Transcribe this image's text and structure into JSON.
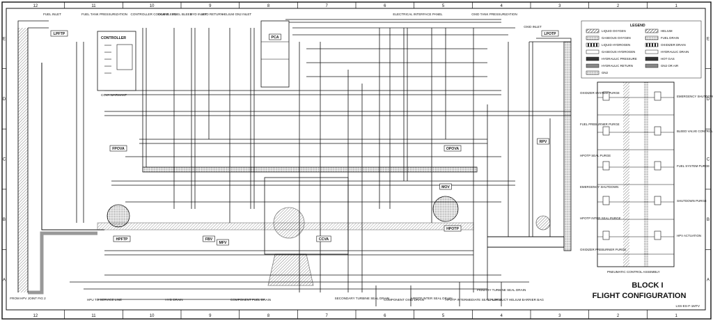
{
  "title": {
    "line1": "BLOCK I",
    "line2": "FLIGHT CONFIGURATION",
    "drawing_number": "LSS-ES-F-1MTV"
  },
  "zones": {
    "top": [
      "12",
      "11",
      "10",
      "9",
      "8",
      "7",
      "6",
      "5",
      "4",
      "3",
      "2",
      "1"
    ],
    "side": [
      "E",
      "D",
      "C",
      "B",
      "A"
    ]
  },
  "legend": {
    "heading": "LEGEND",
    "items": [
      "LIQUID OXYGEN",
      "GASEOUS OXYGEN",
      "LIQUID HYDROGEN",
      "GASEOUS HYDROGEN",
      "HYDRAULIC PRESSURE",
      "HYDRAULIC RETURN",
      "GN2",
      "HELIUM",
      "FUEL DRAIN",
      "OXIDIZER DRAIN",
      "HYDRAULIC DRAIN",
      "HOT GAS",
      "GN2 OR AIR"
    ]
  },
  "top_labels": [
    "FUEL INLET",
    "FUEL TANK PRESSURIZATION",
    "CONTROLLER COOLANT",
    "GGB BLEED",
    "FUEL BLEED",
    "HYD INLET",
    "HYD RETURN",
    "HELIUM GN2 INLET",
    "ELECTRICAL INTERFACE PANEL",
    "OXID TANK PRESSURIZATION",
    "OXID INLET"
  ],
  "controller": {
    "heading": "CONTROLLER",
    "caption": "CCVA WARMANT"
  },
  "bottom_labels": [
    "FROM HPV JOINT FIG 2",
    "HPU TO SERVICE LINE",
    "HYD DRAIN",
    "COMPONENT FUEL DRAIN",
    "SECONDARY TURBINE SEAL DRAIN",
    "COMPONENT OXID DRAIN",
    "HPOTP INTER SEAL DRAIN",
    "HPOTP INTERMEDIATE SEAL PURGE",
    "PRIMARY TURBINE SEAL DRAIN",
    "TO LOP DUCT HELIUM BARRIER BAG"
  ],
  "components": [
    "LPFTP",
    "LPOTP",
    "HPFTP",
    "HPOTP",
    "FPOVA",
    "OPOVA",
    "CCVA",
    "MFV",
    "MOV",
    "RPV",
    "FBV",
    "PCA"
  ],
  "pca": {
    "caption": "PNEUMATIC CONTROL ASSEMBLY",
    "labels": [
      "OXIDIZER SYSTEM PURGE",
      "FUEL PREBURNER PURGE",
      "HPOTP SEAL PURGE",
      "EMERGENCY SHUTDOWN",
      "HPOTP INTER SEAL PURGE",
      "OXIDIZER PREBURNER PURGE",
      "EMERGENCY SHUTDOWN",
      "BLEED VALVE CONTROL",
      "FUEL SYSTEM PURGE",
      "SHUTDOWN PURGE",
      "HPV ACTUATION"
    ]
  }
}
